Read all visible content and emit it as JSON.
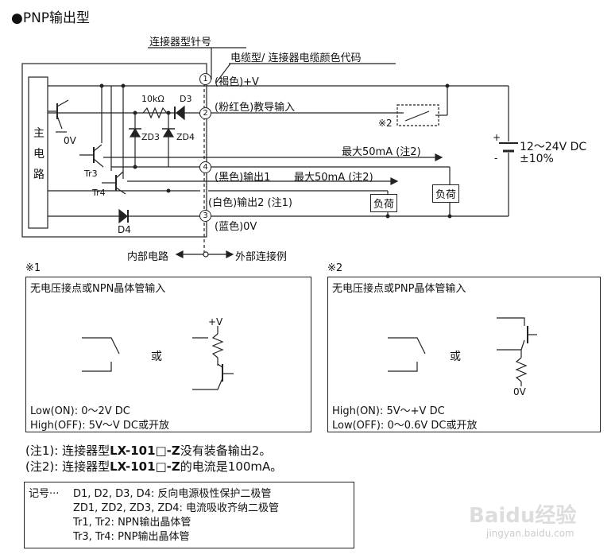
{
  "title": "●PNP输出型",
  "labels": {
    "connector_pin": "连接器型针号",
    "cable_color": "电缆型/ 连接器电缆颜色代码",
    "main_circuit": [
      "主",
      "电",
      "路"
    ],
    "zero_v_internal": "0V",
    "resistor": "10kΩ",
    "d3": "D3",
    "zd3": "ZD3",
    "zd4": "ZD4",
    "tr3": "Tr3",
    "tr4": "Tr4",
    "d4": "D4",
    "note2_mark": "※2",
    "supply_voltage": "12～24V DC",
    "supply_tolerance": "±10%",
    "max_50ma_top": "最大50mA (注2)",
    "max_50ma_mid": "最大50mA (注2)",
    "load1": "负荷",
    "load2": "负荷",
    "internal_circuit": "内部电路",
    "external_example": "外部连接例",
    "plus": "+",
    "minus": "-"
  },
  "wires": [
    {
      "pin": "1",
      "label": "(褐色)+V"
    },
    {
      "pin": "2",
      "label": "(粉红色)教导输入"
    },
    {
      "pin": "4",
      "label": "(黑色)输出1"
    },
    {
      "pin": "",
      "label": "(白色)输出2 (注1)"
    },
    {
      "pin": "3",
      "label": "(蓝色)0V"
    }
  ],
  "box1": {
    "mark": "※1",
    "title": "无电压接点或NPN晶体管输入",
    "or": "或",
    "plus_v": "+V",
    "line1": "Low(ON): 0～2V DC",
    "line2": "High(OFF): 5V～V DC或开放"
  },
  "box2": {
    "mark": "※2",
    "title": "无电压接点或PNP晶体管输入",
    "or": "或",
    "zero_v": "0V",
    "line1": "High(ON): 5V～+V DC",
    "line2": "Low(OFF): 0～0.6V DC或开放"
  },
  "notes": [
    {
      "prefix": "(注1): 连接器型",
      "model": "LX-101□-Z",
      "suffix": "没有装备输出2。"
    },
    {
      "prefix": "(注2): 连接器型",
      "model": "LX-101□-Z",
      "suffix": "的电流是100mA。"
    }
  ],
  "legend": {
    "head": "记号···",
    "rows": [
      "D1, D2, D3, D4: 反向电源极性保护二极管",
      "ZD1, ZD2, ZD3, ZD4: 电流吸收齐纳二极管",
      "Tr1, Tr2: NPN输出晶体管",
      "Tr3, Tr4: PNP输出晶体管"
    ]
  },
  "watermark": {
    "brand": "Baidu经验",
    "url": "jingyan.baidu.com"
  }
}
